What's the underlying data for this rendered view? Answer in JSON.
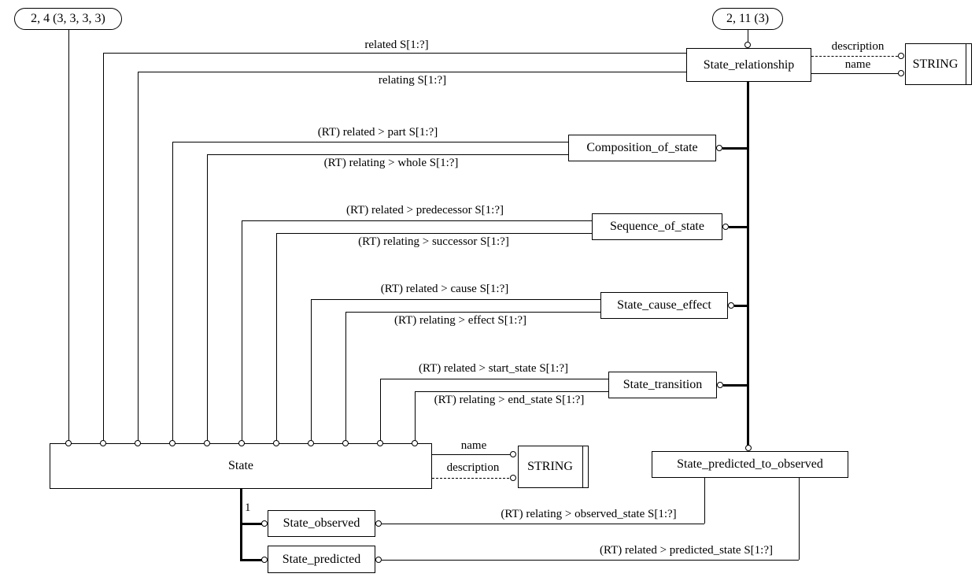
{
  "page_refs": {
    "state_page_ref": "2, 4 (3, 3, 3, 3)",
    "relationship_page_ref": "2, 11 (3)"
  },
  "entities": {
    "state_relationship": "State_relationship",
    "composition_of_state": "Composition_of_state",
    "sequence_of_state": "Sequence_of_state",
    "state_cause_effect": "State_cause_effect",
    "state_transition": "State_transition",
    "state": "State",
    "state_predicted_to_observed": "State_predicted_to_observed",
    "state_observed": "State_observed",
    "state_predicted": "State_predicted",
    "string_type": "STRING"
  },
  "attributes": {
    "related": "related S[1:?]",
    "relating": "relating S[1:?]",
    "part": "(RT) related > part S[1:?]",
    "whole": "(RT) relating > whole S[1:?]",
    "predecessor": "(RT) related > predecessor S[1:?]",
    "successor": "(RT) relating > successor S[1:?]",
    "cause": "(RT) related > cause S[1:?]",
    "effect": "(RT) relating > effect S[1:?]",
    "start_state": "(RT) related > start_state S[1:?]",
    "end_state": "(RT) relating > end_state S[1:?]",
    "observed_state": "(RT) relating > observed_state S[1:?]",
    "predicted_state": "(RT) related > predicted_state S[1:?]",
    "name": "name",
    "description": "description"
  },
  "annotations": {
    "subtype_constraint": "1"
  },
  "colors": {
    "line": "#000000",
    "background": "#ffffff"
  }
}
